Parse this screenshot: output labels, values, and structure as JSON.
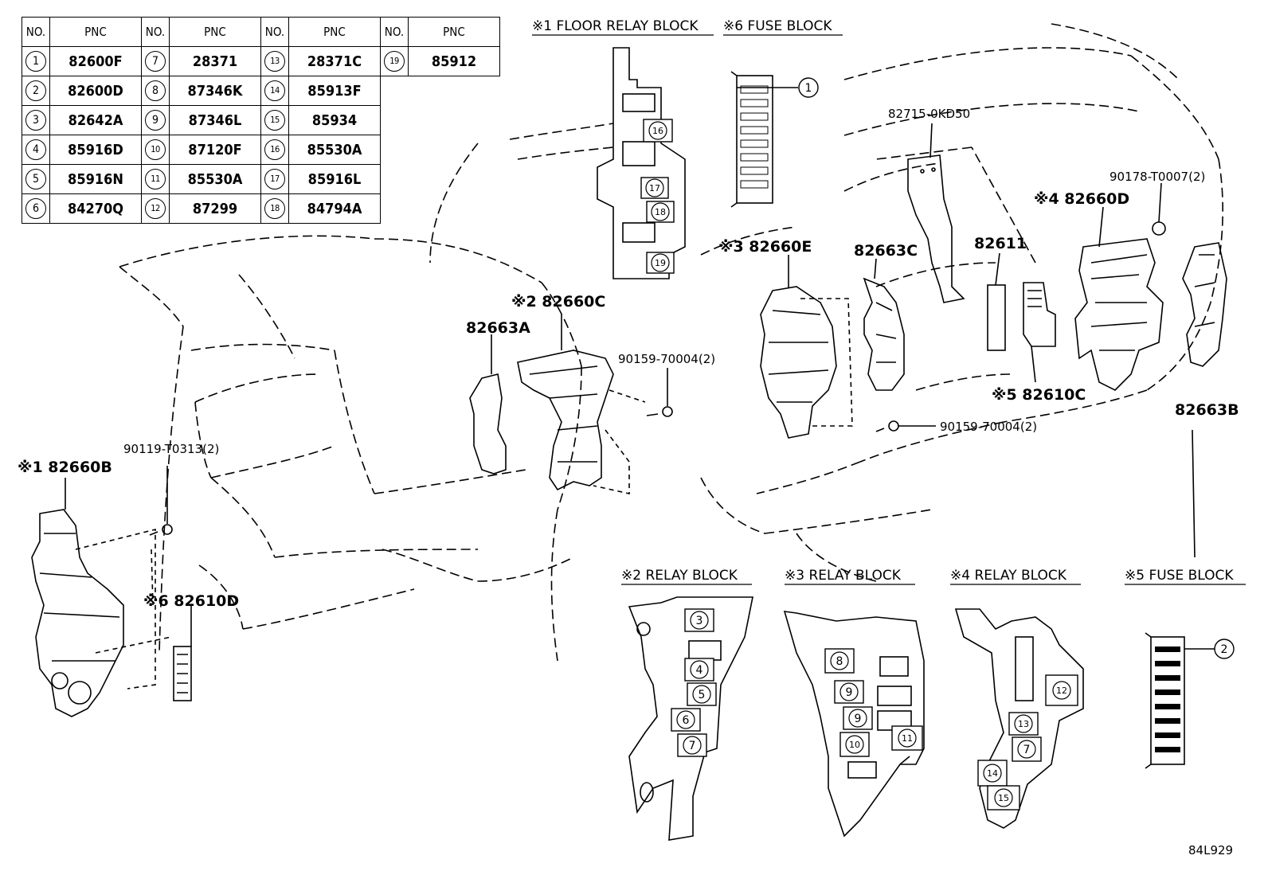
{
  "table": {
    "header": {
      "no": "NO.",
      "pnc": "PNC"
    },
    "rows": [
      [
        {
          "no": "1",
          "pnc": "82600F"
        },
        {
          "no": "7",
          "pnc": "28371"
        },
        {
          "no": "13",
          "pnc": "28371C"
        },
        {
          "no": "19",
          "pnc": "85912"
        }
      ],
      [
        {
          "no": "2",
          "pnc": "82600D"
        },
        {
          "no": "8",
          "pnc": "87346K"
        },
        {
          "no": "14",
          "pnc": "85913F"
        }
      ],
      [
        {
          "no": "3",
          "pnc": "82642A"
        },
        {
          "no": "9",
          "pnc": "87346L"
        },
        {
          "no": "15",
          "pnc": "85934"
        }
      ],
      [
        {
          "no": "4",
          "pnc": "85916D"
        },
        {
          "no": "10",
          "pnc": "87120F"
        },
        {
          "no": "16",
          "pnc": "85530A"
        }
      ],
      [
        {
          "no": "5",
          "pnc": "85916N"
        },
        {
          "no": "11",
          "pnc": "85530A"
        },
        {
          "no": "17",
          "pnc": "85916L"
        }
      ],
      [
        {
          "no": "6",
          "pnc": "84270Q"
        },
        {
          "no": "12",
          "pnc": "87299"
        },
        {
          "no": "18",
          "pnc": "84794A"
        }
      ]
    ]
  },
  "block_titles": {
    "floor_relay": "※1 FLOOR RELAY BLOCK",
    "fuse6": "※6 FUSE BLOCK",
    "relay2": "※2 RELAY BLOCK",
    "relay3": "※3 RELAY BLOCK",
    "relay4": "※4 RELAY BLOCK",
    "fuse5": "※5 FUSE BLOCK"
  },
  "callouts": {
    "p82715": "82715-0KD50",
    "p90178": "90178-T0007(2)",
    "p82660D": "※4 82660D",
    "p82660E": "※3 82660E",
    "p82663C": "82663C",
    "p82611": "82611",
    "p82660C": "※2 82660C",
    "p82663A": "82663A",
    "p90159a": "90159-70004(2)",
    "p90159b": "90159-70004(2)",
    "p82610C": "※5 82610C",
    "p82663B": "82663B",
    "p90119": "90119-T0313(2)",
    "p82660B": "※1 82660B",
    "p82610D": "※6 82610D"
  },
  "figure_id": "84L929",
  "markers": {
    "m1": "1",
    "m2": "2",
    "m3": "3",
    "m4": "4",
    "m5": "5",
    "m6": "6",
    "m7a": "7",
    "m8": "8",
    "m9a": "9",
    "m9b": "9",
    "m10": "10",
    "m11": "11",
    "m12": "12",
    "m13": "13",
    "m7b": "7",
    "m14": "14",
    "m15": "15",
    "m16": "16",
    "m17": "17",
    "m18": "18",
    "m19": "19"
  }
}
